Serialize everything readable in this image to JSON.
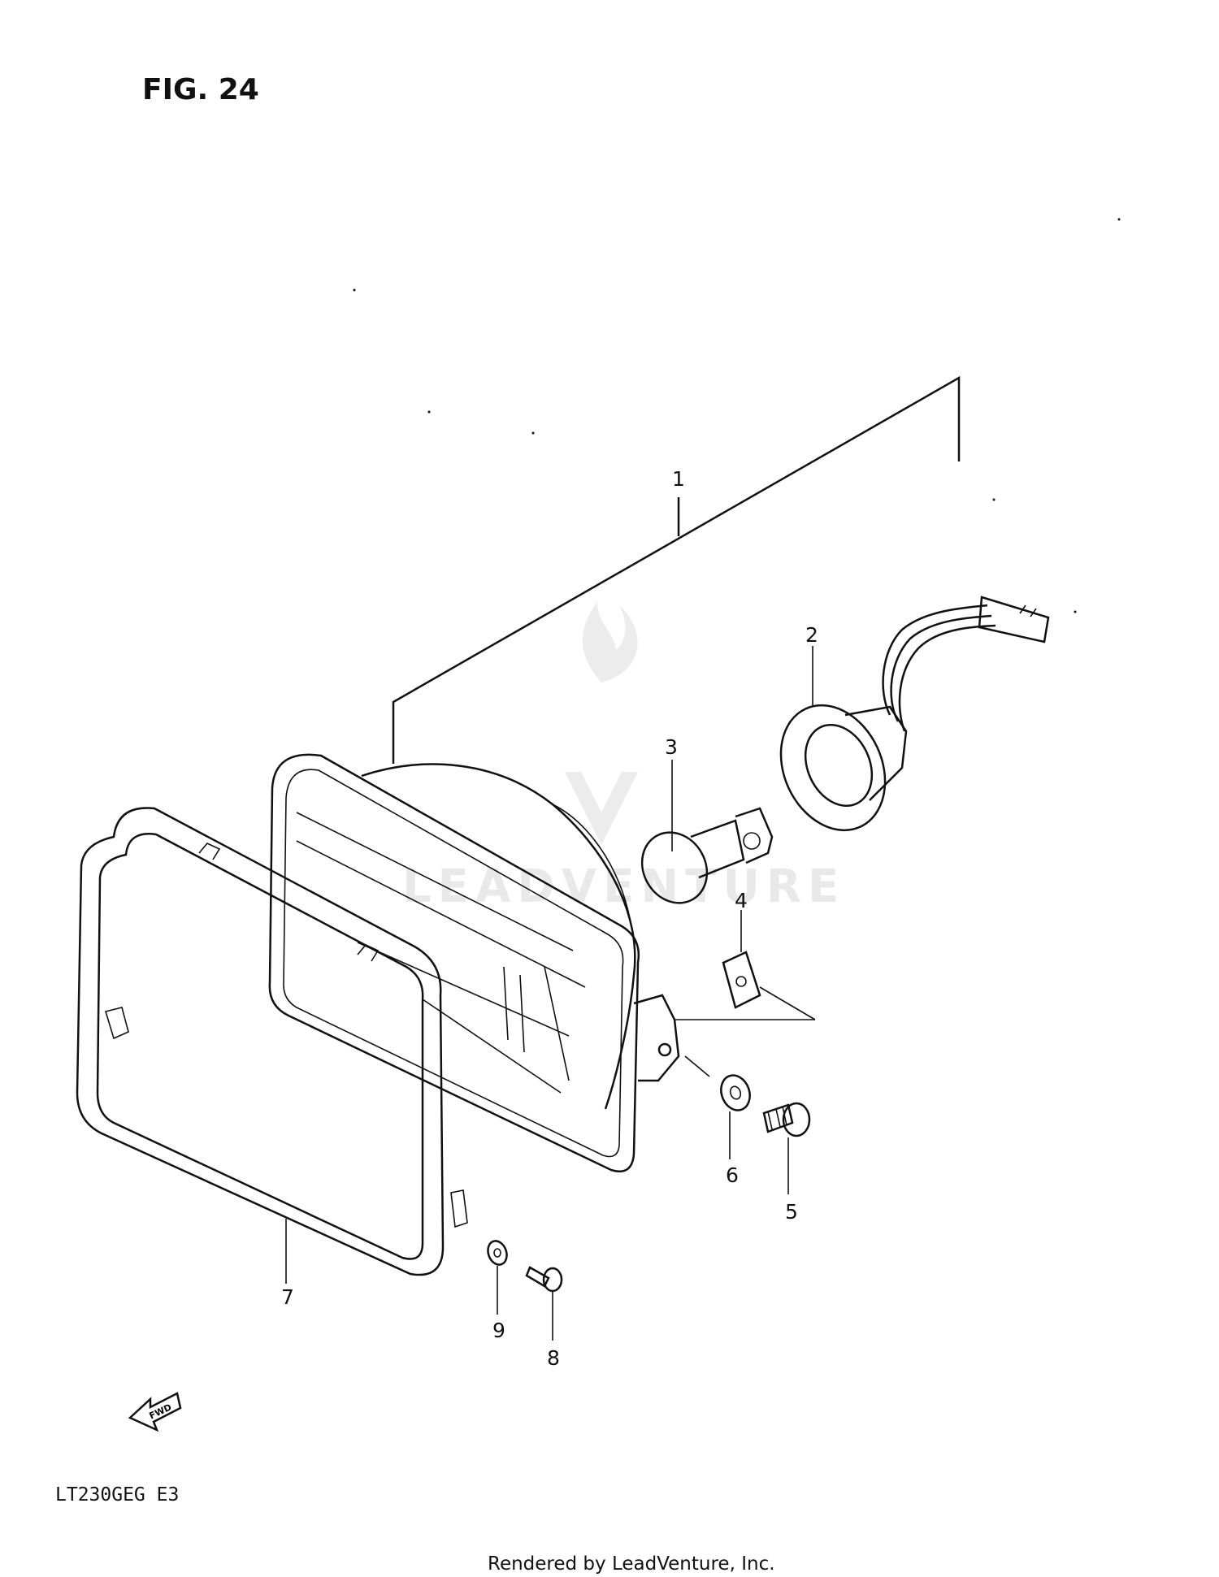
{
  "figure": {
    "title": "FIG. 24"
  },
  "model_code": "LT230GEG  E3",
  "credit": "Rendered by LeadVenture, Inc.",
  "watermark": "LEADVENTURE",
  "fwd_label": "FWD",
  "callouts": [
    "1",
    "2",
    "3",
    "4",
    "5",
    "6",
    "7",
    "8",
    "9"
  ]
}
